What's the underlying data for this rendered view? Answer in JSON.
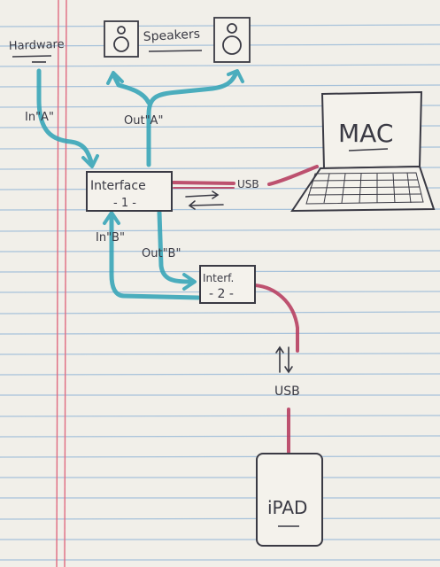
{
  "labels": {
    "hardware": "Hardware",
    "speakers": "Speakers",
    "mac": "MAC",
    "in_a": "In\"A\"",
    "out_a": "Out\"A\"",
    "interface1_name": "Interface",
    "interface1_num": "- 1 -",
    "usb_top": "USB",
    "in_b": "In\"B\"",
    "out_b": "Out\"B\"",
    "interface2_name": "Interf.",
    "interface2_num": "- 2 -",
    "usb_bottom": "USB",
    "ipad": "iPAD"
  },
  "colors": {
    "audio_line": "#3aa6b9",
    "usb_line": "#b5365a",
    "ink": "#3a3a44",
    "ruled_line": "#8fb3d6",
    "margin_line": "#e06a80"
  }
}
